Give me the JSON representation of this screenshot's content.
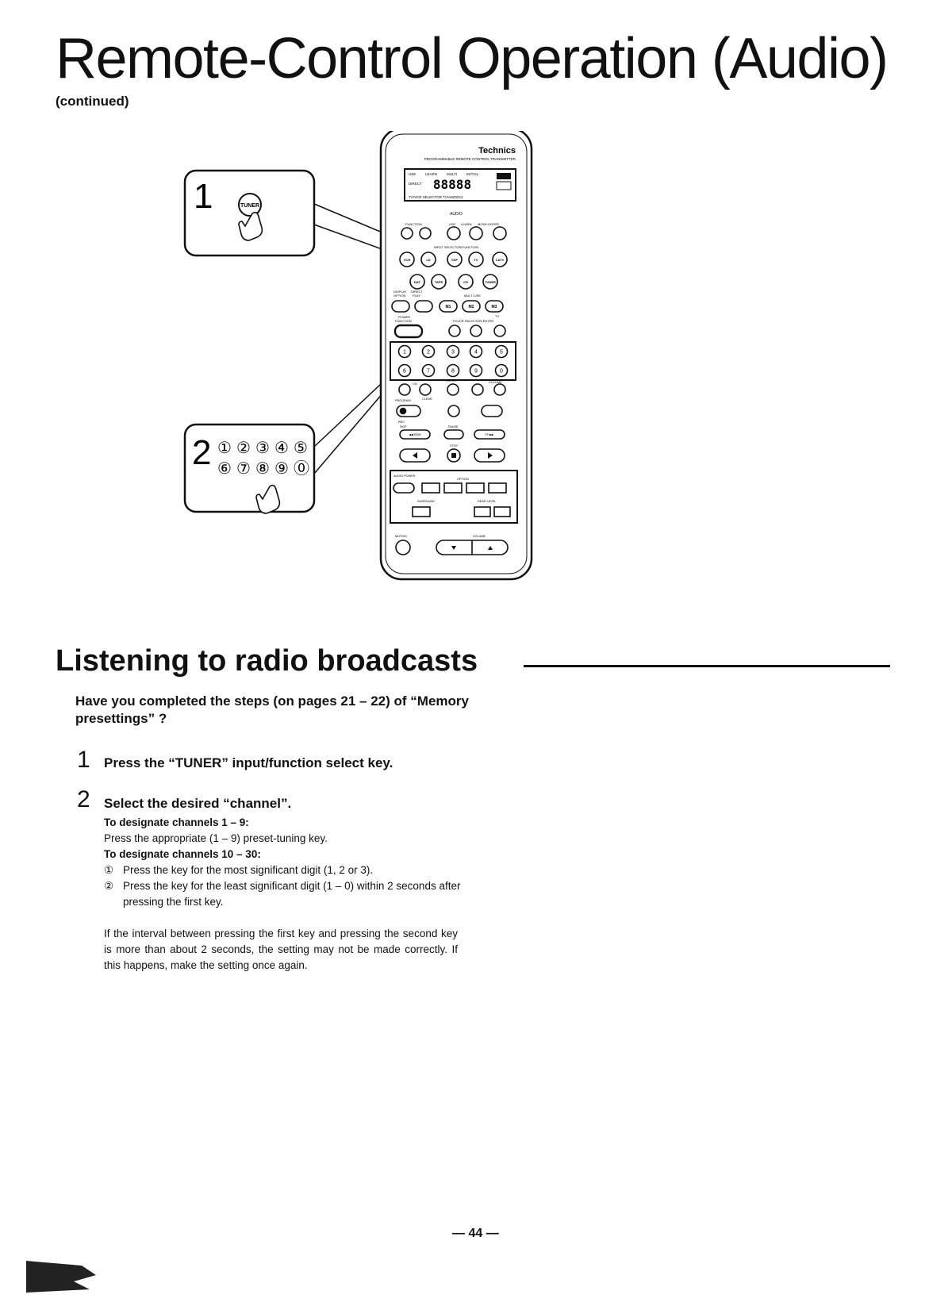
{
  "page": {
    "title": "Remote-Control Operation (Audio)",
    "subtitle": "(continued)",
    "page_number": "— 44 —"
  },
  "figure": {
    "callout1_number": "1",
    "callout1_key": "TUNER",
    "callout2_number": "2",
    "callout2_keys_row1": [
      "①",
      "②",
      "③",
      "④",
      "⑤"
    ],
    "callout2_keys_row2": [
      "⑥",
      "⑦",
      "⑧",
      "⑨",
      "⓪"
    ],
    "remote": {
      "brand": "Technics",
      "caption": "PROGRAMMABLE REMOTE CONTROL TRANSMITTER",
      "display_labels": [
        "USE",
        "LEARN",
        "MULTI",
        "INITIAL",
        "DIRECT"
      ],
      "display_digits": "88888",
      "display_bottom": "TV/VCR SELECTOR  TV/AMOD12",
      "mode_label": "AUDIO",
      "row_labels": {
        "function": "FUNCTION",
        "use": "USE",
        "learn": "LEARN",
        "mode_enter": "MODE-ENTER",
        "input_selector": "INPUT SELECTOR/FUNCTION",
        "display": "DISPLAY",
        "direct": "DIRECT",
        "option": "OPTION",
        "play": "PLAY",
        "multi_use": "MULTI USE",
        "power": "POWER",
        "function_key": "FUNCTION",
        "tv_vcr_selector": "TV/VCR SELECTOR-ENTER",
        "tv": "TV",
        "ch": "CH",
        "enter": "ENTER",
        "volume": "VOLUME",
        "program": "PROGRAM",
        "clear": "CLEAR",
        "rec": "REC",
        "skip": "SKIP",
        "pause": "PAUSE",
        "audio_power": "AUDIO POWER",
        "option2": "OPTION",
        "surround": "SURROUND",
        "rear_level": "REAR LEVEL",
        "muting": "MUTING",
        "volume2": "VOLUME",
        "rew": "◀◀ REW",
        "ff": "FF ▶▶",
        "stop": "STOP"
      },
      "source_keys": [
        "VCR",
        "LD",
        "VDP",
        "TV",
        "CATV",
        "DAT",
        "TAPE",
        "CD",
        "TUNER"
      ],
      "memory_keys": [
        "M1",
        "M2",
        "M3"
      ],
      "numeric_keys": [
        "1",
        "2",
        "3",
        "4",
        "5",
        "6",
        "7",
        "8",
        "9",
        "0"
      ]
    }
  },
  "section": {
    "heading": "Listening to radio broadcasts",
    "question": "Have you completed the steps (on pages 21 – 22) of “Memory presettings” ?",
    "step1_number": "1",
    "step1_text": "Press the “TUNER” input/function select key.",
    "step2_number": "2",
    "step2_text": "Select the desired “channel”.",
    "heading_1_9": "To designate channels 1 – 9:",
    "text_1_9": "Press the appropriate (1 – 9) preset-tuning key.",
    "heading_10_30": "To designate channels 10 – 30:",
    "item1_marker": "①",
    "item1_text": "Press the key for the most significant digit (1, 2 or 3).",
    "item2_marker": "②",
    "item2_text": "Press the key for the least significant digit (1 – 0) within 2 seconds after pressing the first key.",
    "note": "If the interval between pressing the first key and pressing the second key is more than about 2 seconds, the setting may not be made correctly. If this happens, make the setting once again."
  }
}
